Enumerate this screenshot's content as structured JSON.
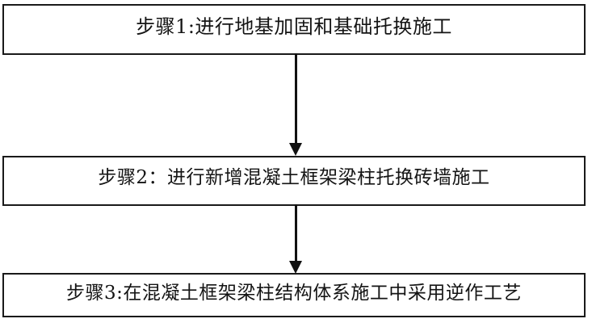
{
  "diagram": {
    "type": "vertical-flowchart",
    "background_color": "#ffffff",
    "border_color": "#1a1a1a",
    "text_color": "#141414",
    "arrow_color": "#111111",
    "steps": [
      {
        "id": "step-1",
        "label": "步骤1:进行地基加固和基础托换施工"
      },
      {
        "id": "step-2",
        "label": "步骤2：进行新增混凝土框架梁柱托换砖墙施工"
      },
      {
        "id": "step-3",
        "label": "步骤3:在混凝土框架梁柱结构体系施工中采用逆作工艺"
      }
    ],
    "connectors": [
      {
        "id": "connector-1-2",
        "from": "step-1",
        "to": "step-2",
        "style": "solid-line-filled-arrowhead",
        "direction": "down"
      },
      {
        "id": "connector-2-3",
        "from": "step-2",
        "to": "step-3",
        "style": "solid-line-filled-arrowhead",
        "direction": "down"
      }
    ]
  }
}
